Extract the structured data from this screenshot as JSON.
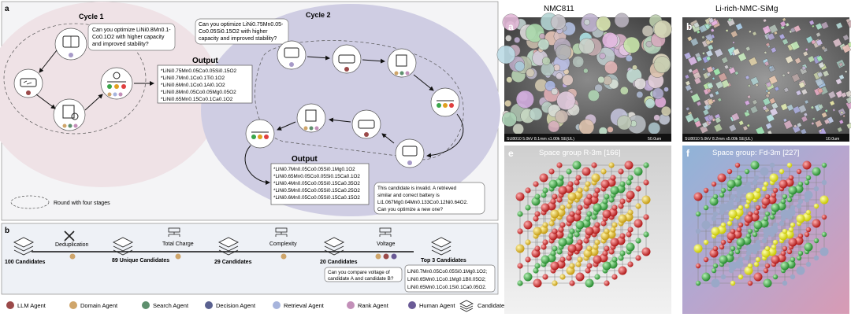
{
  "panel_a": {
    "letter": "a",
    "cycle1_title": "Cycle 1",
    "cycle2_title": "Cycle 2",
    "bubble1": [
      "Can you optimize LiNi0.8Mn0.1-",
      "Co0.1O2 with higher capacity",
      "and improved stability?"
    ],
    "bubble2": [
      "Can you optimize LiNi0.75Mn0.05-",
      "Co0.05Si0.15O2 with higher",
      "capacity and improved stability?"
    ],
    "output1_title": "Output",
    "output1": [
      "*LiNi0.75Mn0.05Co0.05Si0.15O2",
      "*LiNi0.7Mn0.1Co0.1Ti0.1O2",
      "*LiNi0.6Mn0.1Co0.1Al0.1O2",
      "*LiNi0.8Mn0.05Co0.05Mg0.05O2",
      "*LiNi0.65Mn0.15Co0.1Ca0.1O2"
    ],
    "output2_title": "Output",
    "output2": [
      "*LiNi0.7Mn0.05Co0.05Si0.1Mg0.1O2",
      "*LiNi0.65Mn0.05Co0.05Si0.15Ca0.1O2",
      "*LiNi0.4Mn0.05Co0.05Si0.15Ca0.35O2",
      "*LiNi0.5Mn0.05Co0.05Si0.15Ca0.25O2",
      "*LiNi0.6Mn0.05Co0.05Si0.15Ca0.15O2"
    ],
    "invalid_note": [
      "This candidate is invalid. A retrieved",
      "similar and correct battery is",
      "Li1.067Mg0.04Mn0.133Co0.12Ni0.64O2.",
      "Can you optimize a new one?"
    ],
    "legend_round": "Round with four stages"
  },
  "panel_b": {
    "letter": "b",
    "stages": [
      "100 Candidates",
      "89 Unique Candidates",
      "29 Candidates",
      "20 Candidates",
      "Top 3 Candidates"
    ],
    "filters": [
      "Deduplication",
      "Total Charge",
      "Complexity",
      "Voltage"
    ],
    "compare_question": [
      "Can you compare voltage of",
      "candidate A and candidate B?"
    ],
    "top3": [
      "LiNi0.7Mn0.05Co0.05Si0.1Mg0.1O2;",
      "LiNi0.65Mn0.1Co0.1Mg0.1B0.05O2;",
      "LiNi0.65Mn0.1Co0.1Si0.1Ca0.05O2."
    ]
  },
  "legend": [
    {
      "label": "LLM Agent",
      "color": "#9b4a4a"
    },
    {
      "label": "Domain Agent",
      "color": "#cfa56a"
    },
    {
      "label": "Search Agent",
      "color": "#5e8f6e"
    },
    {
      "label": "Decision Agent",
      "color": "#5a6190"
    },
    {
      "label": "Retrieval Agent",
      "color": "#a7b4dc"
    },
    {
      "label": "Rank Agent",
      "color": "#c28fb8"
    },
    {
      "label": "Human Agent",
      "color": "#6a5a96"
    },
    {
      "label": "Candidate Materials",
      "color": "#333333"
    }
  ],
  "images": {
    "title_a": "NMC811",
    "title_b": "Li-rich-NMC-SiMg",
    "letter_a": "a",
    "letter_b": "b",
    "letter_e": "e",
    "letter_f": "f",
    "sem_a": "SU8010 5.0kV 8.1mm x1.00k SE(UL)",
    "sem_a_scale": "50.0um",
    "sem_b": "SU8010 5.0kV 8.2mm x5.00k SE(UL)",
    "sem_b_scale": "10.0um",
    "space_e": "Space group R-3m [166]",
    "space_f": "Space group: Fd-3m [227]"
  }
}
